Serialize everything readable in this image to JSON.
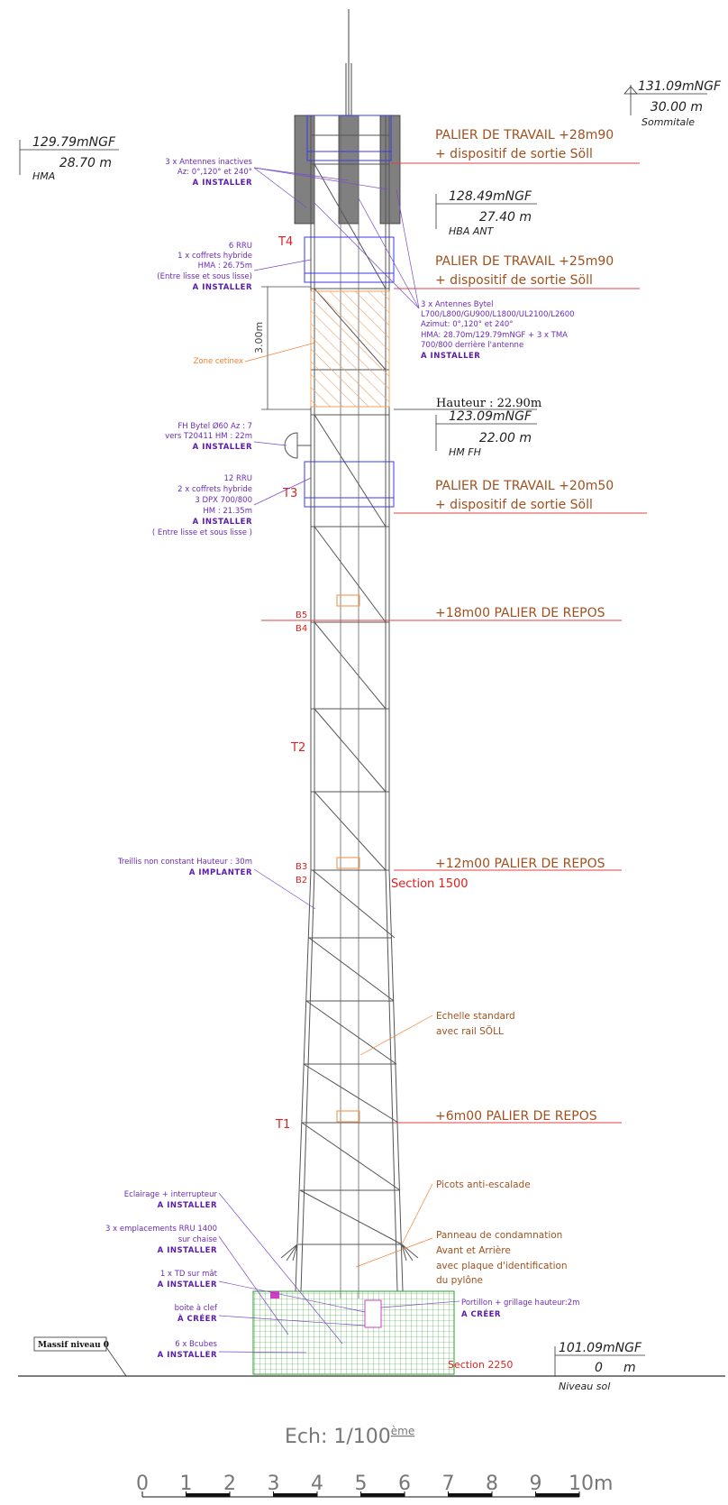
{
  "levels": {
    "sommitale": {
      "ngf": "131.09mNGF",
      "height": "30.00 m",
      "label": "Sommitale"
    },
    "hma": {
      "ngf": "129.79mNGF",
      "height": "28.70 m",
      "label": "HMA"
    },
    "hba": {
      "ngf": "128.49mNGF",
      "height": "27.40 m",
      "label": "HBA ANT"
    },
    "fh": {
      "ngf": "123.09mNGF",
      "height": "22.00 m",
      "label": "HM FH"
    },
    "sol": {
      "ngf": "101.09mNGF",
      "height": "0",
      "unit": "m",
      "label": "Niveau sol"
    }
  },
  "hauteur_label": "Hauteur : 22.90m",
  "paliers": {
    "p28": {
      "l1": "PALIER DE TRAVAIL +28m90",
      "l2": "+ dispositif de sortie Söll"
    },
    "p25": {
      "l1": "PALIER DE TRAVAIL +25m90",
      "l2": "+ dispositif de sortie Söll"
    },
    "p20": {
      "l1": "PALIER DE TRAVAIL +20m50",
      "l2": "+ dispositif de sortie Söll"
    },
    "p18": "+18m00 PALIER DE REPOS",
    "p12": "+12m00 PALIER DE REPOS",
    "p6": "+6m00 PALIER DE REPOS"
  },
  "sections": {
    "s1500": "Section 1500",
    "s2250": "Section 2250"
  },
  "troncons": {
    "t1": "T1",
    "t2": "T2",
    "t3": "T3",
    "t4": "T4"
  },
  "brides": {
    "b2": "B2",
    "b3": "B3",
    "b4": "B4",
    "b5": "B5"
  },
  "notes": {
    "antennes_inactives": [
      "3 x Antennes inactives",
      "Az: 0°,120° et 240°",
      "A INSTALLER"
    ],
    "rru6": [
      "6 RRU",
      "1 x coffrets hybride",
      "HMA : 26.75m",
      "(Entre lisse et sous lisse)",
      "A INSTALLER"
    ],
    "antennes_bytel": [
      "3 x Antennes Bytel",
      "L700/L800/GU900/L1800/UL2100/L2600",
      "Azimut: 0°,120° et 240°",
      "HMA: 28.70m/129.79mNGF + 3 x TMA",
      "700/800 derrière l'antenne",
      "A INSTALLER"
    ],
    "zone_cetinex": "Zone cetinex",
    "dim_3m": "3.00m",
    "fh": [
      "FH Bytel Ø60 Az : 7",
      "vers T20411 HM : 22m",
      "A INSTALLER"
    ],
    "rru12": [
      "12 RRU",
      "2 x coffrets hybride",
      "3 DPX 700/800",
      "HM : 21.35m",
      "A INSTALLER",
      "( Entre lisse et sous lisse )"
    ],
    "treillis": [
      "Treillis non constant Hauteur : 30m",
      "A IMPLANTER"
    ],
    "echelle": [
      "Echelle standard",
      "avec rail SÖLL"
    ],
    "picots": "Picots anti-escalade",
    "panneau": [
      "Panneau de condamnation",
      "Avant et Arrière",
      "avec plaque d'identification",
      "du pylône"
    ],
    "eclairage": [
      "Eclairage + interrupteur",
      "A INSTALLER"
    ],
    "rru1400": [
      "3 x emplacements RRU 1400",
      "sur chaise",
      "A INSTALLER"
    ],
    "td": [
      "1 x TD sur mât",
      "A INSTALLER"
    ],
    "boite": [
      "boite à clef",
      "À CRÉER"
    ],
    "bcubes": [
      "6 x Bcubes",
      "A INSTALLER"
    ],
    "portillon": [
      "Portillon + grillage hauteur:2m",
      "A CRÉER"
    ],
    "massif": "Massif niveau 0"
  },
  "scale": {
    "prefix": "Ech:  1/100",
    "suffix": "ème",
    "ticks": [
      "0",
      "1",
      "2",
      "3",
      "4",
      "5",
      "6",
      "7",
      "8",
      "9",
      "10m"
    ]
  },
  "colors": {
    "structure": "#555555",
    "antenna": "#808080",
    "purple": "#6a2bb8",
    "orange": "#a0501e",
    "red": "#e02020",
    "green": "#2aa02a",
    "blue": "#3a3aee"
  }
}
